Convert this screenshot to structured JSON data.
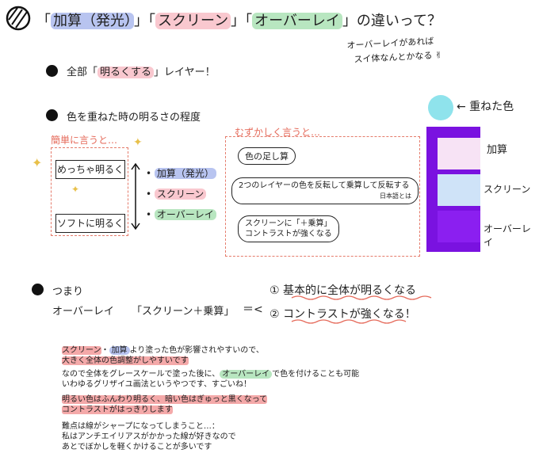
{
  "title": {
    "q1": "「",
    "w1": "加算（発光）",
    "q2": "」「",
    "w2": "スクリーン",
    "q3": "」「",
    "w3": "オーバーレイ",
    "q4": "」の違いって？"
  },
  "note_top": [
    "オーバーレイがあれば",
    "スイ体なんとかなる ✌"
  ],
  "sec1": {
    "pre": "全部「",
    "word": "明るくする",
    "post": "」レイヤー！"
  },
  "sec2": {
    "heading": "色を重ねた時の明るさの程度"
  },
  "simple_label": "簡単に言うと…",
  "box_bright": "めっちゃ明るく",
  "box_soft": "ソフトに明るく",
  "modes": {
    "add": "加算（発光）",
    "screen": "スクリーン",
    "overlay": "オーバーレイ"
  },
  "hard_label": "むずかしく言うと…",
  "bubble1": "色の足し算",
  "bubble2": {
    "line1": "2つのレイヤーの色を反転して乗算して反転する",
    "line2": "日本語とは"
  },
  "bubble3": {
    "line1": "スクリーンに「＋乗算」",
    "line2": "コントラストが強くなる"
  },
  "swatch_label": "← 重ねた色",
  "swatch_rows": [
    "加算",
    "スクリーン",
    "オーバーレイ"
  ],
  "colors": {
    "cyan": "#8fe3ec",
    "purple": "#7a12e0",
    "add_cell": "#f7e3f5",
    "screen_cell": "#cfe3f8",
    "overlay_cell": "#8b1ff0",
    "red_ink": "#e56a5a"
  },
  "sec3": {
    "heading": "つまり",
    "formula_left": "オーバーレイ",
    "formula_right": "「スクリーン＋乗算」",
    "point1": "① 基本的に全体が明るくなる",
    "point2": "② コントラストが強くなる！"
  },
  "para1": {
    "w1": "スクリーン",
    "sep": "・",
    "w2": "加算",
    "rest": "より塗った色が影響されやすいので、",
    "line2": "大きく全体の色調整がしやすいです"
  },
  "para2": {
    "pre": "なので全体をグレースケールで塗った後に、",
    "word": "オーバーレイ",
    "post": "で色を付けることも可能",
    "line2": "いわゆるグリザイユ画法というやつです、すごいね！"
  },
  "para3": {
    "line1": "明るい色はふんわり明るく、暗い色はぎゅっと黒くなって",
    "line2": "コントラストがはっきりします"
  },
  "para4": {
    "line1": "難点は線がシャープになってしまうこと…：",
    "line2": "私はアンチエイリアスがかかった線が好きなので",
    "line3": "あとでぼかしを軽くかけることが多いです"
  }
}
